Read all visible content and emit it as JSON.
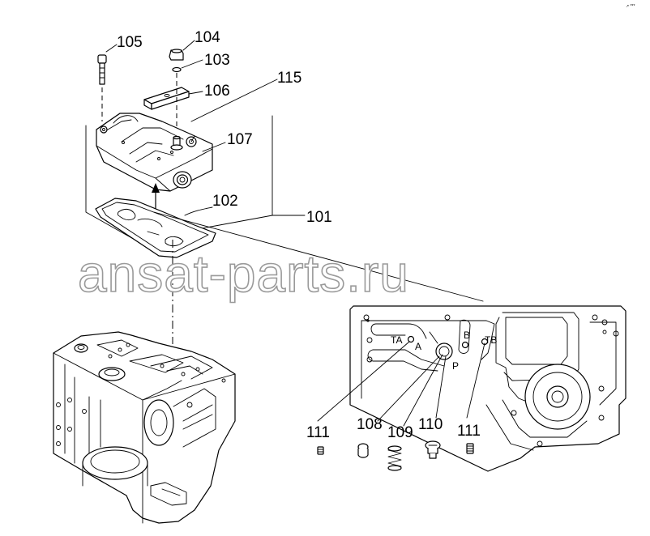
{
  "watermark": "ansat-parts.ru",
  "corner_mark": "↗ ***",
  "callouts": {
    "c101": "101",
    "c102": "102",
    "c103": "103",
    "c104": "104",
    "c105": "105",
    "c106": "106",
    "c107": "107",
    "c108": "108",
    "c109": "109",
    "c110": "110",
    "c111_left": "111",
    "c111_right": "111",
    "c115": "115"
  },
  "ports": {
    "ta": "TA",
    "a": "A",
    "b": "B",
    "tb": "TB",
    "p": "P"
  }
}
